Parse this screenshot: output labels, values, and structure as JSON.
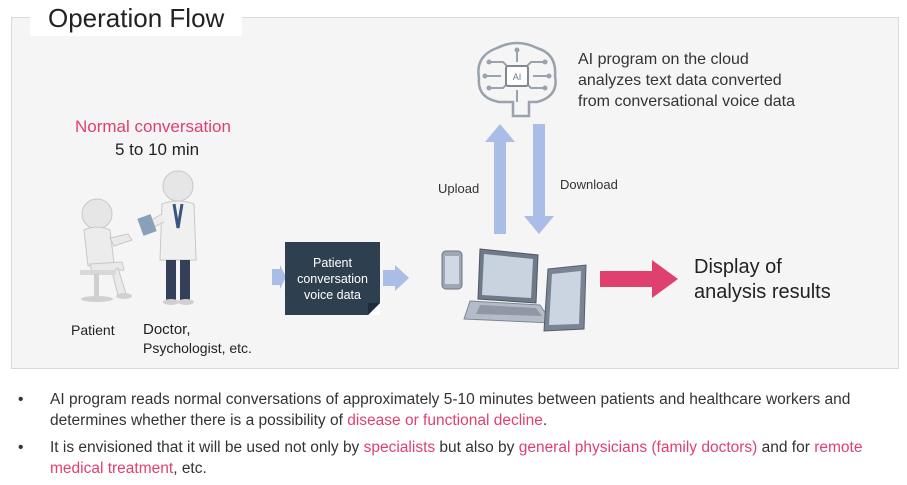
{
  "title": "Operation Flow",
  "conversation": {
    "label": "Normal conversation",
    "duration": "5 to 10 min",
    "patient_label": "Patient",
    "doctor_label_line1": "Doctor,",
    "doctor_label_line2": "Psychologist, etc."
  },
  "voice_data": {
    "line1": "Patient",
    "line2": "conversation",
    "line3": "voice data"
  },
  "cloud": {
    "line1": "AI program on the cloud",
    "line2": "analyzes text data converted",
    "line3": "from conversational voice data",
    "chip_label": "AI"
  },
  "arrows": {
    "upload": "Upload",
    "download": "Download"
  },
  "result": {
    "line1": "Display of",
    "line2": "analysis results"
  },
  "bullets": [
    {
      "dot": "•",
      "p1": "AI program reads normal conversations of approximately 5-10 minutes between patients and healthcare workers and determines whether there is a possibility of ",
      "h1": "disease or functional decline",
      "p2": "."
    },
    {
      "dot": "•",
      "p1": "It is envisioned that it will be used not only by ",
      "h1": "specialists",
      "p2": " but also by ",
      "h2": "general physicians (family doctors)",
      "p3": " and for ",
      "h3": "remote medical treatment",
      "p4": ", etc."
    }
  ],
  "colors": {
    "accent_pink": "#e0406e",
    "arrow_blue": "#a9bde6",
    "voice_box": "#2e4050"
  }
}
